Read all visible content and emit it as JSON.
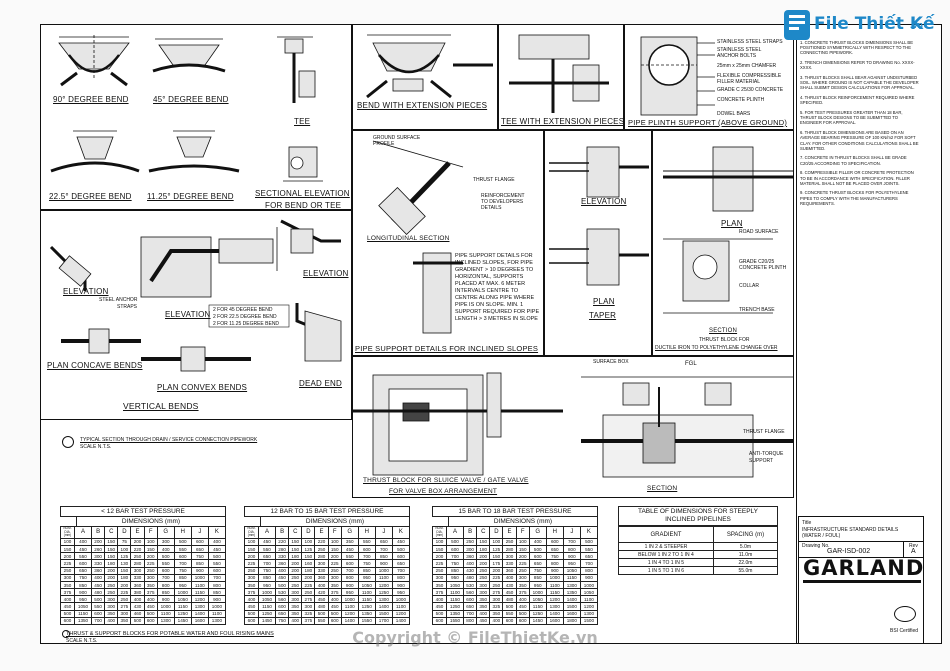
{
  "watermark": {
    "brand": "File Thiết Kế",
    "brand_suffix": ".vn",
    "copyright": "Copyright © FileThietKe.vn"
  },
  "labels": {
    "bend90": "90° DEGREE BEND",
    "bend45": "45° DEGREE BEND",
    "tee": "TEE",
    "bend225": "22.5° DEGREE BEND",
    "bend1125": "11.25° DEGREE BEND",
    "sectional_elevation_1": "SECTIONAL ELEVATION",
    "sectional_elevation_2": "FOR BEND OR TEE",
    "bend_ext": "BEND WITH EXTENSION PIECES",
    "tee_ext": "TEE WITH EXTENSION PIECES",
    "plinth": "PIPE PLINTH SUPPORT (ABOVE GROUND)",
    "elevation": "ELEVATION",
    "steel_anchor": "STEEL ANCHOR",
    "straps": "STRAPS",
    "plan_concave": "PLAN CONCAVE BENDS",
    "plan_convex": "PLAN CONVEX BENDS",
    "vertical_bends": "VERTICAL BENDS",
    "dead_end": "DEAD END",
    "longitudinal_section": "LONGITUDINAL SECTION",
    "ground_surface": "GROUND SURFACE",
    "profile": "PROFILE",
    "thrust_flange": "THRUST FLANGE",
    "reinforcement": "REINFORCEMENT",
    "to_developers": "TO DEVELOPERS",
    "details": "DETAILS",
    "inclined_title": "PIPE SUPPORT DETAILS FOR INCLINED SLOPES",
    "plan": "PLAN",
    "taper": "TAPER",
    "thrust_block_for": "THRUST BLOCK FOR",
    "ductile": "DUCTILE IRON TO POLYETHYLENE CHANGE OVER",
    "section": "SECTION",
    "sluice_1": "THRUST BLOCK FOR SLUICE VALVE / GATE VALVE",
    "sluice_2": "FOR VALVE BOX ARRANGEMENT",
    "surface_box": "SURFACE BOX",
    "fgl": "FGL",
    "anti_torque": "ANTI-TORQUE",
    "support": "SUPPORT",
    "typical_section": "TYPICAL SECTION THROUGH DRAIN / SERVICE CONNECTION PIPEWORK",
    "scale_nts": "SCALE N.T.S.",
    "footer_title": "THRUST & SUPPORT BLOCKS FOR POTABLE WATER AND FOUL RISING MAINS",
    "road_surface": "ROAD SURFACE",
    "grade_concrete": "GRADE C20/25 CONCRETE PLINTH",
    "collar": "COLLAR",
    "trench_base": "TRENCH BASE",
    "angle_legend_1": "2 FOR 45 DEGREE BEND",
    "angle_legend_2": "2 FOR 22.5 DEGREE BEND",
    "angle_legend_3": "2 FOR 11.25 DEGREE BEND"
  },
  "support_note": [
    "PIPE SUPPORT DETAILS FOR",
    "INCLINED SLOPES, FOR PIPE",
    "GRADIENT > 10 DEGREES TO",
    "HORIZONTAL, SUPPORTS",
    "PLACED AT MAX. 6 METER",
    "INTERVALS CENTRE TO",
    "CENTRE ALONG PIPE WHERE",
    "PIPE IS ON SLOPE. MIN. 1",
    "SUPPORT REQUIRED FOR PIPE",
    "LENGTH > 3 METRES IN SLOPE"
  ],
  "plinth_callouts": [
    "STAINLESS STEEL STRAPS",
    "STAINLESS STEEL",
    "ANCHOR BOLTS",
    "25mm x 25mm CHAMFER",
    "FLEXIBLE COMPRESSIBLE",
    "FILLER MATERIAL",
    "GRADE C 25/30 CONCRETE",
    "CONCRETE PLINTH",
    "DOWEL BARS"
  ],
  "notes": [
    "1. CONCRETE THRUST BLOCKS DIMENSIONS SHALL BE POSITIONED SYMMETRICALLY WITH RESPECT TO THE CONNECTING PIPEWORK.",
    "2. TRENCH DIMENSIONS REFER TO DRAWING No. XXXX-XXXX.",
    "3. THRUST BLOCKS SHALL BEAR AGAINST UNDISTURBED SOIL. WHERE GROUND IS NOT CAPABLE THE DEVELOPER SHALL SUBMIT DESIGN CALCULATIONS FOR APPROVAL.",
    "4. THRUST BLOCK REINFORCEMENT REQUIRED WHERE SPECIFIED.",
    "5. FOR TEST PRESSURES GREATER THAN 18 BAR, THRUST BLOCK DESIGNS TO BE SUBMITTED TO ENGINEER FOR APPROVAL.",
    "6. THRUST BLOCK DIMENSIONS ARE BASED ON AN AVERAGE BEARING PRESSURE OF 100 KN/m2 FOR SOFT CLAY. FOR OTHER CONDITIONS CALCULATIONS SHALL BE SUBMITTED.",
    "7. CONCRETE IN THRUST BLOCKS SHALL BE GRADE C20/25 ACCORDING TO SPECIFICATION.",
    "8. COMPRESSIBLE FILLER OR CONCRETE PROTECTION TO BE IN ACCORDANCE WITH SPECIFICATION. FILLER MATERIAL SHALL NOT BE PLACED OVER JOINTS.",
    "9. CONCRETE THRUST BLOCKS FOR POLYETHYLENE PIPES TO COMPLY WITH THE MANUFACTURERS REQUIREMENTS."
  ],
  "pressure_tables": [
    {
      "title": "< 12 BAR TEST PRESSURE",
      "subtitle": "DIMENSIONS (mm)",
      "col0": "NOM. DIA. (mm)",
      "cols": [
        "A",
        "B",
        "C",
        "D",
        "E",
        "F",
        "G",
        "H",
        "J",
        "K"
      ],
      "rows": [
        [
          "100",
          "400",
          "200",
          "150",
          "75",
          "200",
          "100",
          "300",
          "500",
          "600",
          "400"
        ],
        [
          "150",
          "450",
          "260",
          "150",
          "100",
          "220",
          "150",
          "400",
          "550",
          "650",
          "450"
        ],
        [
          "200",
          "550",
          "300",
          "150",
          "125",
          "250",
          "200",
          "500",
          "600",
          "750",
          "500"
        ],
        [
          "225",
          "600",
          "330",
          "180",
          "130",
          "280",
          "225",
          "550",
          "700",
          "850",
          "550"
        ],
        [
          "250",
          "650",
          "360",
          "200",
          "150",
          "300",
          "250",
          "600",
          "750",
          "900",
          "600"
        ],
        [
          "300",
          "750",
          "400",
          "200",
          "180",
          "330",
          "300",
          "700",
          "850",
          "1000",
          "700"
        ],
        [
          "350",
          "850",
          "450",
          "250",
          "200",
          "360",
          "350",
          "800",
          "950",
          "1100",
          "800"
        ],
        [
          "375",
          "900",
          "480",
          "250",
          "225",
          "380",
          "375",
          "850",
          "1000",
          "1150",
          "850"
        ],
        [
          "400",
          "950",
          "500",
          "300",
          "250",
          "400",
          "400",
          "900",
          "1050",
          "1200",
          "900"
        ],
        [
          "450",
          "1050",
          "550",
          "300",
          "275",
          "430",
          "450",
          "1000",
          "1150",
          "1300",
          "1000"
        ],
        [
          "500",
          "1150",
          "600",
          "350",
          "300",
          "460",
          "500",
          "1100",
          "1250",
          "1400",
          "1100"
        ],
        [
          "600",
          "1350",
          "700",
          "400",
          "350",
          "500",
          "600",
          "1300",
          "1450",
          "1600",
          "1300"
        ]
      ]
    },
    {
      "title": "12 BAR TO 15 BAR TEST PRESSURE",
      "subtitle": "DIMENSIONS (mm)",
      "col0": "NOM. DIA. (mm)",
      "cols": [
        "A",
        "B",
        "C",
        "D",
        "E",
        "F",
        "G",
        "H",
        "J",
        "K"
      ],
      "rows": [
        [
          "100",
          "450",
          "220",
          "150",
          "100",
          "220",
          "100",
          "350",
          "550",
          "650",
          "450"
        ],
        [
          "150",
          "550",
          "280",
          "150",
          "125",
          "250",
          "150",
          "450",
          "600",
          "700",
          "500"
        ],
        [
          "200",
          "650",
          "330",
          "180",
          "150",
          "280",
          "200",
          "550",
          "700",
          "850",
          "600"
        ],
        [
          "225",
          "700",
          "360",
          "200",
          "160",
          "300",
          "225",
          "600",
          "750",
          "900",
          "650"
        ],
        [
          "250",
          "750",
          "400",
          "200",
          "180",
          "330",
          "250",
          "700",
          "850",
          "1000",
          "700"
        ],
        [
          "300",
          "850",
          "450",
          "250",
          "200",
          "360",
          "300",
          "800",
          "950",
          "1100",
          "800"
        ],
        [
          "350",
          "950",
          "500",
          "250",
          "225",
          "400",
          "350",
          "900",
          "1050",
          "1200",
          "900"
        ],
        [
          "375",
          "1000",
          "530",
          "300",
          "250",
          "420",
          "375",
          "950",
          "1100",
          "1250",
          "950"
        ],
        [
          "400",
          "1050",
          "560",
          "300",
          "275",
          "450",
          "400",
          "1000",
          "1150",
          "1300",
          "1000"
        ],
        [
          "450",
          "1150",
          "600",
          "350",
          "300",
          "480",
          "450",
          "1100",
          "1250",
          "1400",
          "1100"
        ],
        [
          "500",
          "1250",
          "650",
          "350",
          "325",
          "500",
          "500",
          "1200",
          "1350",
          "1500",
          "1200"
        ],
        [
          "600",
          "1450",
          "750",
          "400",
          "375",
          "550",
          "600",
          "1400",
          "1550",
          "1700",
          "1400"
        ]
      ]
    },
    {
      "title": "15 BAR TO 18 BAR TEST PRESSURE",
      "subtitle": "DIMENSIONS (mm)",
      "col0": "NOM. DIA. (mm)",
      "cols": [
        "A",
        "B",
        "C",
        "D",
        "E",
        "F",
        "G",
        "H",
        "J",
        "K"
      ],
      "rows": [
        [
          "100",
          "500",
          "250",
          "150",
          "100",
          "250",
          "100",
          "400",
          "600",
          "700",
          "500"
        ],
        [
          "150",
          "600",
          "300",
          "180",
          "125",
          "280",
          "150",
          "500",
          "650",
          "800",
          "550"
        ],
        [
          "200",
          "700",
          "360",
          "200",
          "150",
          "300",
          "200",
          "600",
          "750",
          "900",
          "650"
        ],
        [
          "225",
          "750",
          "400",
          "200",
          "175",
          "330",
          "225",
          "650",
          "800",
          "950",
          "700"
        ],
        [
          "250",
          "850",
          "430",
          "250",
          "200",
          "360",
          "250",
          "750",
          "900",
          "1050",
          "800"
        ],
        [
          "300",
          "950",
          "480",
          "250",
          "225",
          "400",
          "300",
          "850",
          "1000",
          "1150",
          "900"
        ],
        [
          "350",
          "1050",
          "530",
          "300",
          "250",
          "430",
          "350",
          "950",
          "1100",
          "1300",
          "1000"
        ],
        [
          "375",
          "1100",
          "560",
          "300",
          "275",
          "450",
          "375",
          "1000",
          "1150",
          "1350",
          "1050"
        ],
        [
          "400",
          "1150",
          "600",
          "350",
          "300",
          "480",
          "400",
          "1050",
          "1200",
          "1400",
          "1100"
        ],
        [
          "450",
          "1250",
          "650",
          "350",
          "325",
          "500",
          "450",
          "1150",
          "1300",
          "1500",
          "1200"
        ],
        [
          "500",
          "1350",
          "700",
          "400",
          "350",
          "550",
          "500",
          "1250",
          "1400",
          "1600",
          "1300"
        ],
        [
          "600",
          "1550",
          "800",
          "450",
          "400",
          "600",
          "600",
          "1450",
          "1600",
          "1800",
          "1500"
        ]
      ]
    }
  ],
  "incline_table": {
    "title_1": "TABLE OF DIMENSIONS FOR STEEPLY",
    "title_2": "INCLINED PIPELINES",
    "col_gradient": "GRADIENT",
    "col_spacing": "SPACING (m)",
    "rows": [
      [
        "1 IN 2 & STEEPER",
        "5.0m"
      ],
      [
        "BELOW 1 IN 2 TO 1 IN 4",
        "11.0m"
      ],
      [
        "1 IN 4 TO 1 IN 5",
        "22.0m"
      ],
      [
        "1 IN 5 TO 1 IN 6",
        "55.0m"
      ]
    ]
  },
  "title_block": {
    "title_label": "Title",
    "title_1": "INFRASTRUCTURE STANDARD DETAILS",
    "title_2": "(WATER / FOUL)",
    "drawing_no_label": "Drawing No.",
    "rev_label": "Rev",
    "drawing_no": "GAR-ISD-002",
    "rev": "A",
    "company": "GARLAND",
    "certified": "BSI Certified"
  },
  "colors": {
    "line": "#111111",
    "concrete": "#e6e6e6",
    "watermark_blue": "#1e88c8"
  }
}
